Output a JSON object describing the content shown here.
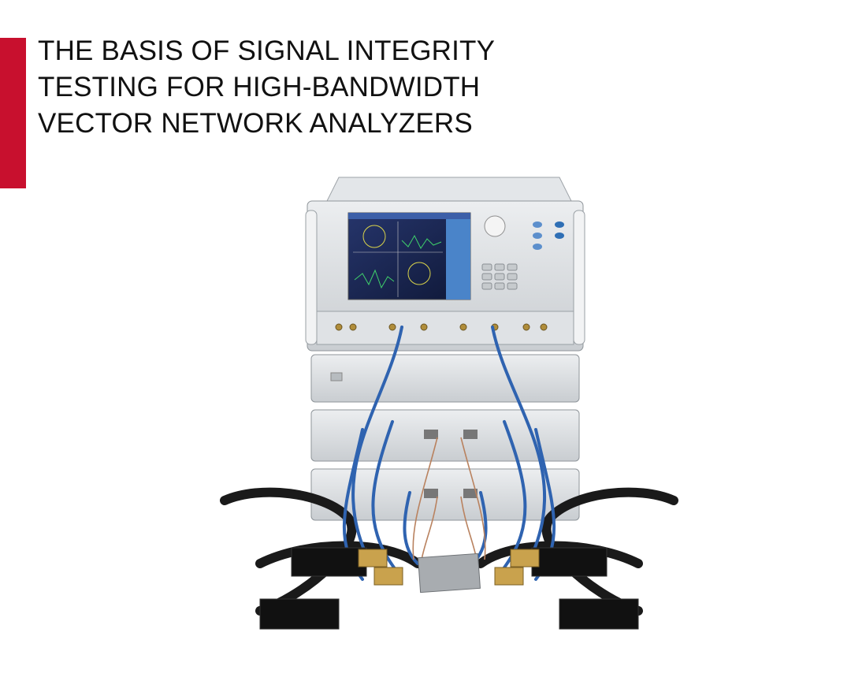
{
  "headline": {
    "lines": [
      "THE BASIS OF SIGNAL INTEGRITY",
      "TESTING FOR HIGH-BANDWIDTH",
      "VECTOR NETWORK ANALYZERS"
    ]
  },
  "colors": {
    "accent": "#c8102e",
    "text": "#111111",
    "background": "#ffffff",
    "chassis": "#d9dcdf",
    "cable_blue": "#2f63b0",
    "cable_black": "#1a1a1a",
    "screen": "#1b2a5c"
  },
  "image": {
    "device": "vector-network-analyzer-stack",
    "icon": "test-equipment-illustration"
  }
}
